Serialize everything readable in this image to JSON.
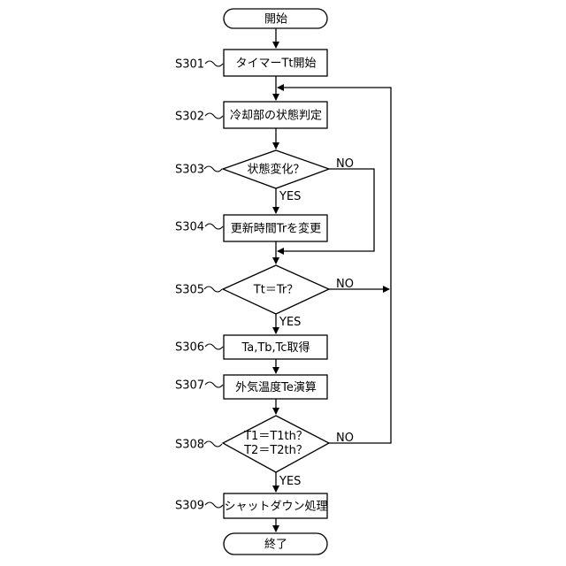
{
  "nodes": {
    "start": "開始",
    "s301": "タイマーTt開始",
    "s302": "冷却部の状態判定",
    "s303": "状態変化？",
    "s304": "更新時間Trを変更",
    "s305": "Tt＝Tr？",
    "s306": "Ta,Tb,Tc取得",
    "s307": "外気温度Te演算",
    "s308_line1": "T1＝T1th？",
    "s308_line2": "T2＝T2th？",
    "s309": "シャットダウン処理",
    "end": "終了"
  },
  "step_labels": {
    "s301": "S301",
    "s302": "S302",
    "s303": "S303",
    "s304": "S304",
    "s305": "S305",
    "s306": "S306",
    "s307": "S307",
    "s308": "S308",
    "s309": "S309"
  },
  "branches": {
    "s303_yes": "YES",
    "s303_no": "NO",
    "s305_yes": "YES",
    "s305_no": "NO",
    "s308_yes": "YES",
    "s308_no": "NO"
  }
}
